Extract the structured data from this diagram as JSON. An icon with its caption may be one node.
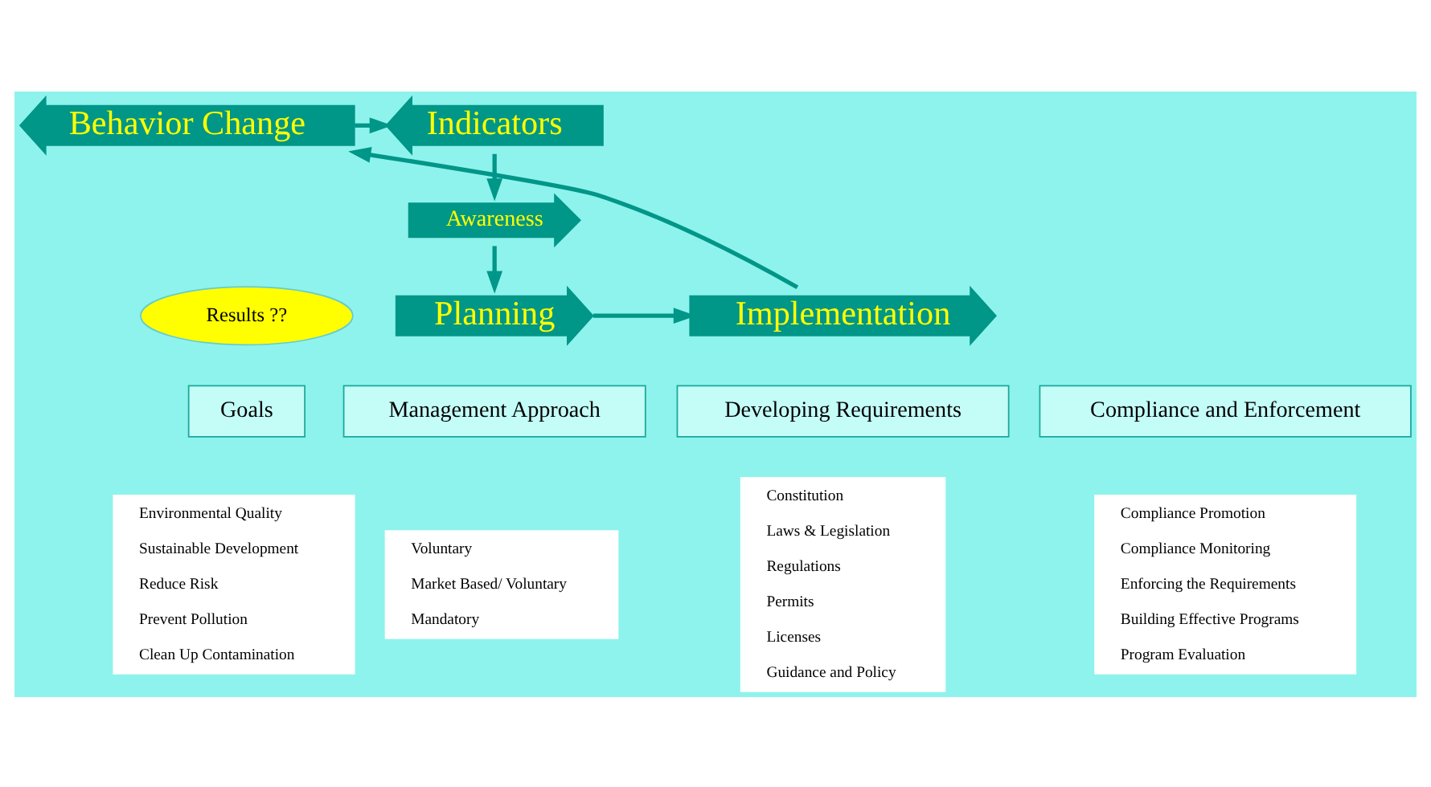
{
  "diagram": {
    "nodes": [
      {
        "text": [
          "Indicators"
        ]
      },
      {
        "text": [
          "Behavior Change"
        ]
      },
      {
        "text": [
          "Awareness"
        ]
      },
      {
        "text": [
          "Results ??"
        ]
      },
      {
        "text": [
          "Planning"
        ]
      },
      {
        "text": [
          "Implementation"
        ]
      },
      {
        "text": [
          "Goals"
        ]
      },
      {
        "text": [
          "Environmental Quality",
          "Sustainable Development",
          "Reduce Risk",
          "Prevent Pollution",
          "Clean Up Contamination"
        ]
      },
      {
        "text": [
          "Management Approach"
        ]
      },
      {
        "text": [
          "Voluntary",
          "Market Based/ Voluntary",
          "Mandatory"
        ]
      },
      {
        "text": [
          "Developing Requirements"
        ]
      },
      {
        "text": [
          "Constitution",
          "Laws & Legislation",
          "Regulations",
          "Permits",
          "Licenses",
          "Guidance and Policy"
        ]
      },
      {
        "text": [
          "Compliance and Enforcement"
        ]
      },
      {
        "text": [
          "Compliance Promotion",
          "Compliance Monitoring",
          "Enforcing the Requirements",
          "Building Effective Programs",
          "Program Evaluation"
        ]
      }
    ],
    "edges": [
      {
        "from": 4,
        "to": 5,
        "arrow": "to"
      },
      {
        "from": 5,
        "to": 1,
        "arrow": "to"
      },
      {
        "from": 1,
        "to": 0,
        "arrow": "to"
      },
      {
        "from": 0,
        "to": 2,
        "arrow": "to"
      },
      {
        "from": 2,
        "to": 4,
        "arrow": "to"
      }
    ]
  }
}
